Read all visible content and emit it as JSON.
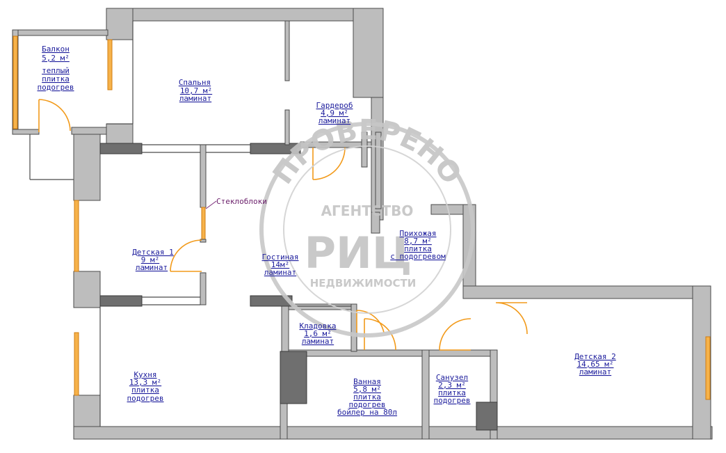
{
  "rooms": {
    "balcony": {
      "name": "Балкон",
      "area": "5,2  м²",
      "line1": "теплый",
      "line2": "плитка",
      "line3": "подогрев"
    },
    "bedroom": {
      "name": "Спальня",
      "area": "10,7  м²",
      "line1": "ламинат"
    },
    "wardrobe": {
      "name": "Гардероб",
      "area": "4,9  м²",
      "line1": "ламинат"
    },
    "kids1": {
      "name": "Детская 1",
      "area": "9  м²",
      "line1": "ламинат"
    },
    "living": {
      "name": "Гостиная",
      "area": "14м²",
      "line1": "ламинат"
    },
    "hallway": {
      "name": "Прихожая",
      "area": "8,7  м²",
      "line1": "плитка",
      "line2": "с  подогревом"
    },
    "pantry": {
      "name": "Кладовка",
      "area": "1,6  м²",
      "line1": "ламинат"
    },
    "kitchen": {
      "name": "Кухня",
      "area": "13,3  м²",
      "line1": "плитка",
      "line2": "подогрев"
    },
    "bathroom": {
      "name": "Ванная",
      "area": "5,8  м²",
      "line1": "плитка",
      "line2": "подогрев",
      "line3": "бойлер  на  80л"
    },
    "toilet": {
      "name": "Санузел",
      "area": "2,3  м²",
      "line1": "плитка",
      "line2": "подогрев"
    },
    "kids2": {
      "name": "Детская 2",
      "area": "14,65  м²",
      "line1": "ламинат"
    }
  },
  "annotation": {
    "glass_blocks": "Стеклоблоки"
  },
  "watermark": {
    "arc_text": "ПРОВЕРЕНО",
    "agency": "АГЕНТСТВО",
    "logo": "РИЦ",
    "realty": "НЕДВИЖИМОСТИ"
  },
  "colors": {
    "wall": "#bdbdbd",
    "wall_dark": "#6f6f6f",
    "door": "#f29a1a",
    "window": "#f6b24a",
    "label": "#1c1c9c",
    "watermark": "#c4c4c4"
  }
}
